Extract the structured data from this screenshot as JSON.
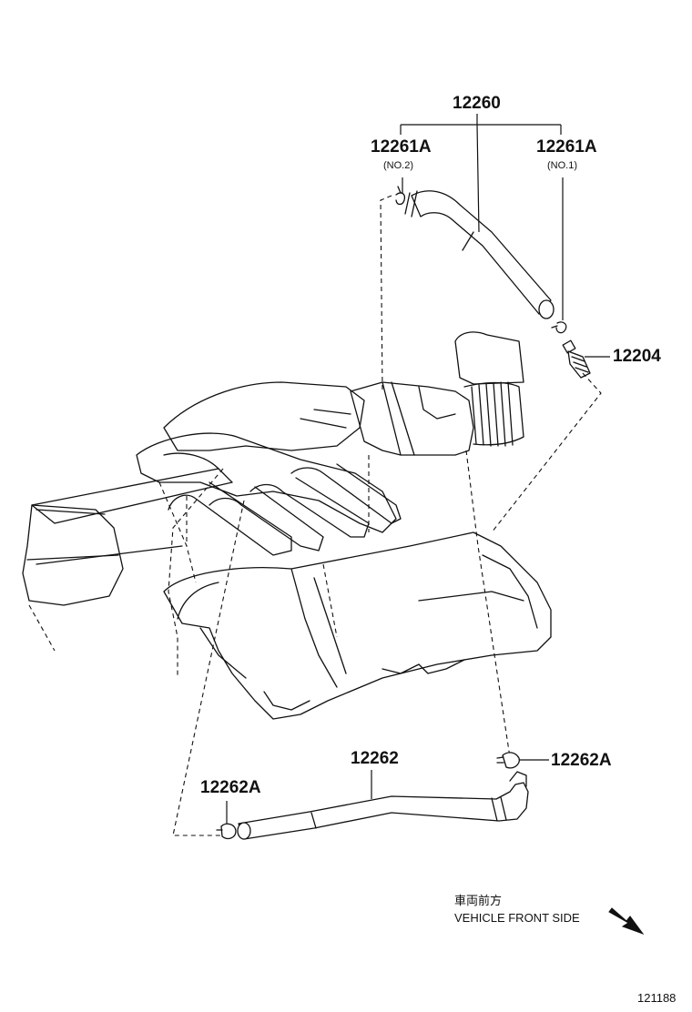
{
  "labels": {
    "hose_assy": "12260",
    "clamp_no2": "12261A",
    "clamp_no2_sub": "(NO.2)",
    "clamp_no1": "12261A",
    "clamp_no1_sub": "(NO.1)",
    "pcv_valve": "12204",
    "lower_hose": "12262",
    "lower_clamp_right": "12262A",
    "lower_clamp_left": "12262A"
  },
  "orientation": {
    "japanese": "車両前方",
    "english": "VEHICLE FRONT SIDE"
  },
  "diagram_ref": "121188"
}
